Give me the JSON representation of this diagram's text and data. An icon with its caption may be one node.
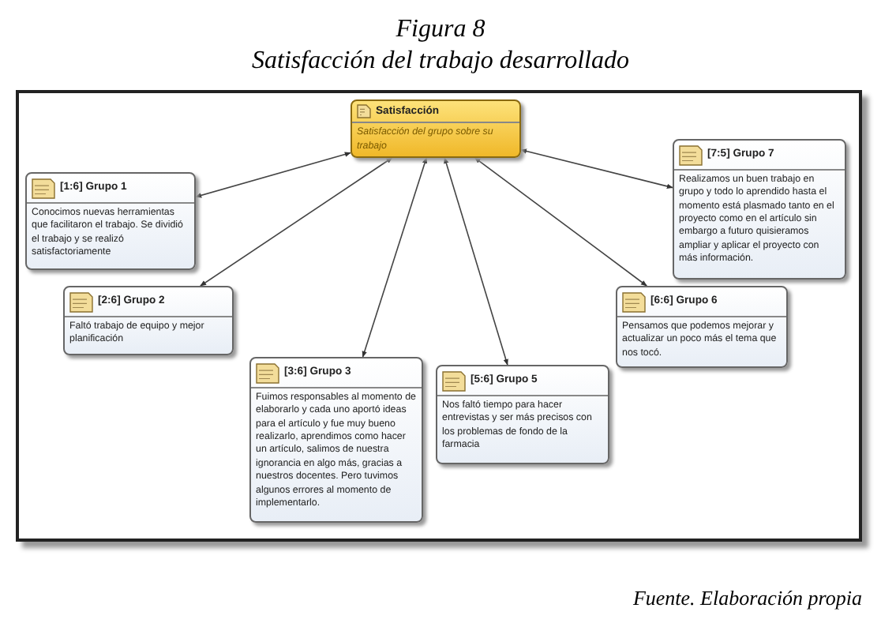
{
  "diagram": {
    "title": "Figura 8",
    "caption": "Fuente. Elaboración propia",
    "labels": [
      "Satisfacción del trabajo desarrollado"
    ],
    "nodes": [
      {
        "text": [
          "Satisfacción",
          "Satisfacción del grupo sobre su trabajo"
        ]
      },
      {
        "text": [
          "[1:6] Grupo 1",
          "Conocimos nuevas herramientas que facilitaron el trabajo. Se dividió el trabajo y se realizó satisfactoriamente"
        ]
      },
      {
        "text": [
          "[2:6] Grupo 2",
          "Faltó trabajo de equipo y mejor planificación"
        ]
      },
      {
        "text": [
          "[3:6] Grupo 3",
          "Fuimos responsables al momento de elaborarlo y cada uno aportó ideas para el artículo y fue muy bueno realizarlo, aprendimos como hacer un artículo, salimos de nuestra ignorancia en algo más, gracias a nuestros docentes. Pero tuvimos algunos errores al momento de implementarlo."
        ]
      },
      {
        "text": [
          "[5:6] Grupo 5",
          "Nos faltó tiempo para hacer entrevistas y ser más precisos con los problemas de fondo de la farmacia"
        ]
      },
      {
        "text": [
          "[6:6] Grupo 6",
          "Pensamos que podemos mejorar y actualizar un poco más el tema que nos tocó."
        ]
      },
      {
        "text": [
          "[7:5] Grupo 7",
          "Realizamos un buen trabajo en grupo y todo lo aprendido hasta el momento está plasmado tanto en el proyecto como en el artículo sin embargo a futuro quisieramos ampliar y aplicar el proyecto con más información."
        ]
      }
    ],
    "edges": [
      {
        "from": 0,
        "to": 1,
        "arrow": "both"
      },
      {
        "from": 0,
        "to": 2,
        "arrow": "both"
      },
      {
        "from": 0,
        "to": 3,
        "arrow": "both"
      },
      {
        "from": 0,
        "to": 4,
        "arrow": "both"
      },
      {
        "from": 0,
        "to": 5,
        "arrow": "both"
      },
      {
        "from": 0,
        "to": 6,
        "arrow": "both"
      }
    ]
  }
}
